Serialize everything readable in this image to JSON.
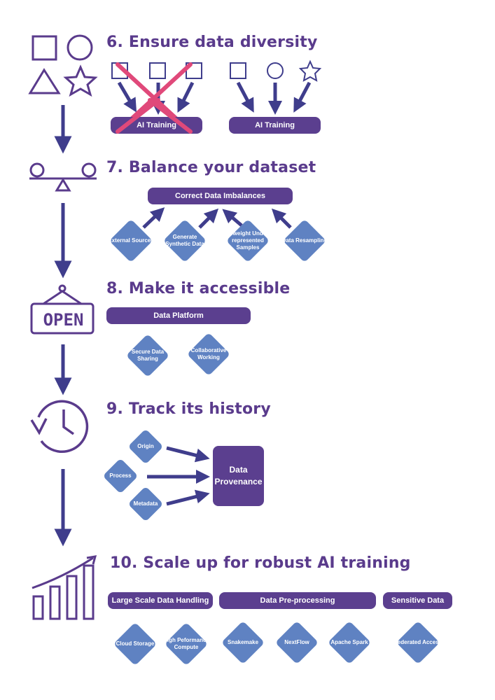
{
  "colors": {
    "purple": "#5b3f8f",
    "blue": "#5f82c2",
    "arrow": "#3f3d8c",
    "cross": "#e0497a"
  },
  "sections": [
    {
      "title": "6. Ensure data diversity",
      "icon": "shapes-icon",
      "pills": [
        "AI Training",
        "AI Training"
      ]
    },
    {
      "title": "7. Balance your dataset",
      "icon": "seesaw-icon",
      "header": "Correct Data Imbalances",
      "items": [
        "External Sources",
        "Generate Synthetic Data",
        "Upweight Under-represented Samples",
        "Data Resampling"
      ]
    },
    {
      "title": "8. Make it accessible",
      "icon": "open-sign-icon",
      "sign_text": "OPEN",
      "header": "Data Platform",
      "items": [
        "Secure Data Sharing",
        "Collaborative Working"
      ]
    },
    {
      "title": "9. Track its history",
      "icon": "history-clock-icon",
      "target": "Data Provenance",
      "items": [
        "Origin",
        "Process",
        "Metadata"
      ]
    },
    {
      "title": "10. Scale up for robust AI training",
      "icon": "growth-chart-icon",
      "groups": [
        {
          "header": "Large Scale Data Handling",
          "items": [
            "Cloud Storage",
            "High Peformance Compute"
          ]
        },
        {
          "header": "Data Pre-processing",
          "items": [
            "Snakemake",
            "NextFlow",
            "Apache Spark"
          ]
        },
        {
          "header": "Sensitive Data",
          "items": [
            "Federated Access"
          ]
        }
      ]
    }
  ]
}
